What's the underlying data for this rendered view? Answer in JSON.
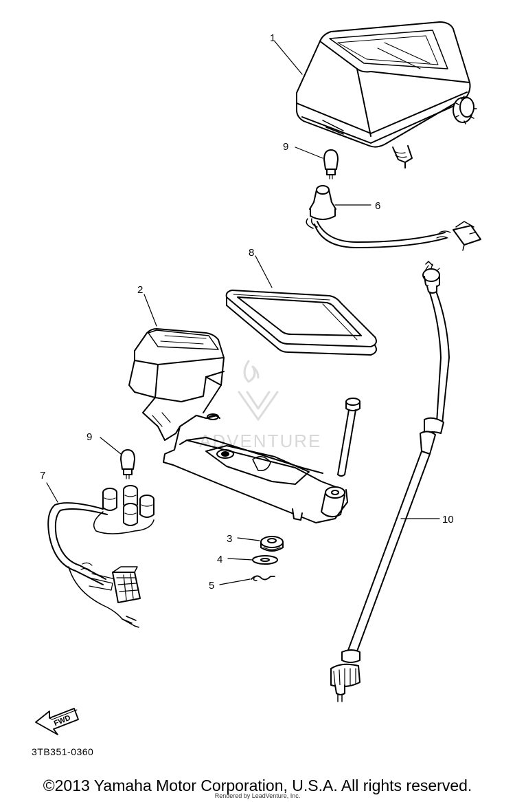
{
  "parts": [
    {
      "number": "1"
    },
    {
      "number": "2"
    },
    {
      "number": "3"
    },
    {
      "number": "4"
    },
    {
      "number": "5"
    },
    {
      "number": "6"
    },
    {
      "number": "7"
    },
    {
      "number": "8"
    },
    {
      "number": "9"
    },
    {
      "number": "10"
    }
  ],
  "direction_arrow": "FWD",
  "watermark": "ADVENTURE",
  "diagram_code": "3TB351-0360",
  "copyright": "©2013 Yamaha Motor Corporation, U.S.A. All rights reserved.",
  "renderer_note": "Rendered by LeadVenture, Inc."
}
